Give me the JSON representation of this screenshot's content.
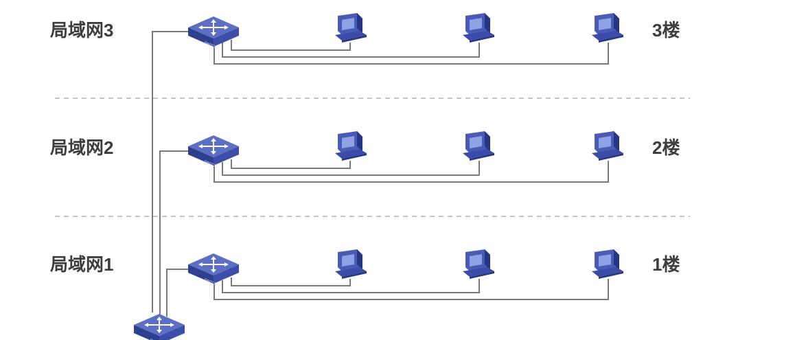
{
  "floors": [
    {
      "lan_label": "局域网3",
      "floor_label": "3楼"
    },
    {
      "lan_label": "局域网2",
      "floor_label": "2楼"
    },
    {
      "lan_label": "局域网1",
      "floor_label": "1楼"
    }
  ],
  "switch_text": "SWITCH",
  "colors": {
    "switch_top": "#5c6fc2",
    "switch_front": "#2f3f8f",
    "switch_side": "#3c4ea8",
    "monitor": "#4a5bb5",
    "monitor_dark": "#263682",
    "screen": "#8fa2e3",
    "wire": "#7a7a7a",
    "text": "#3d3d3d",
    "divider": "#c4c4c4"
  },
  "icons": {
    "switch": "network-switch-icon",
    "computer": "desktop-computer-icon"
  }
}
